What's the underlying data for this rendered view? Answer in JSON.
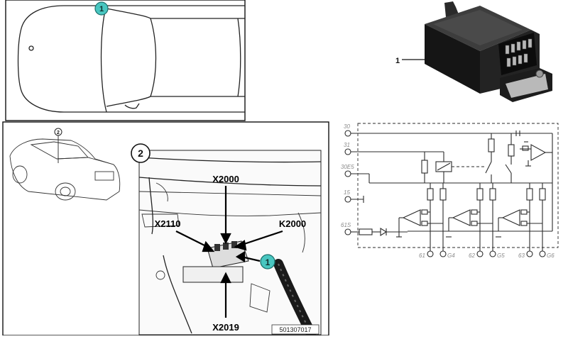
{
  "callouts": {
    "top_badge": "1",
    "relay_label": "1",
    "view_marker_small": "2",
    "view_marker_large": "2",
    "detail_badge": "1"
  },
  "connectors": {
    "x2000": "X2000",
    "x2110": "X2110",
    "k2000": "K2000",
    "x2019": "X2019"
  },
  "figure_code": "501307017",
  "schematic": {
    "left_terminals": [
      "30",
      "31",
      "30E5",
      "15",
      "61S"
    ],
    "bottom_terminals": [
      "61",
      "G4",
      "62",
      "G5",
      "63",
      "G6"
    ]
  },
  "colors": {
    "badge_fill": "#49c6c0",
    "badge_stroke": "#1b6f6b",
    "line": "#222222",
    "terminal_label": "#8a8a8a"
  }
}
